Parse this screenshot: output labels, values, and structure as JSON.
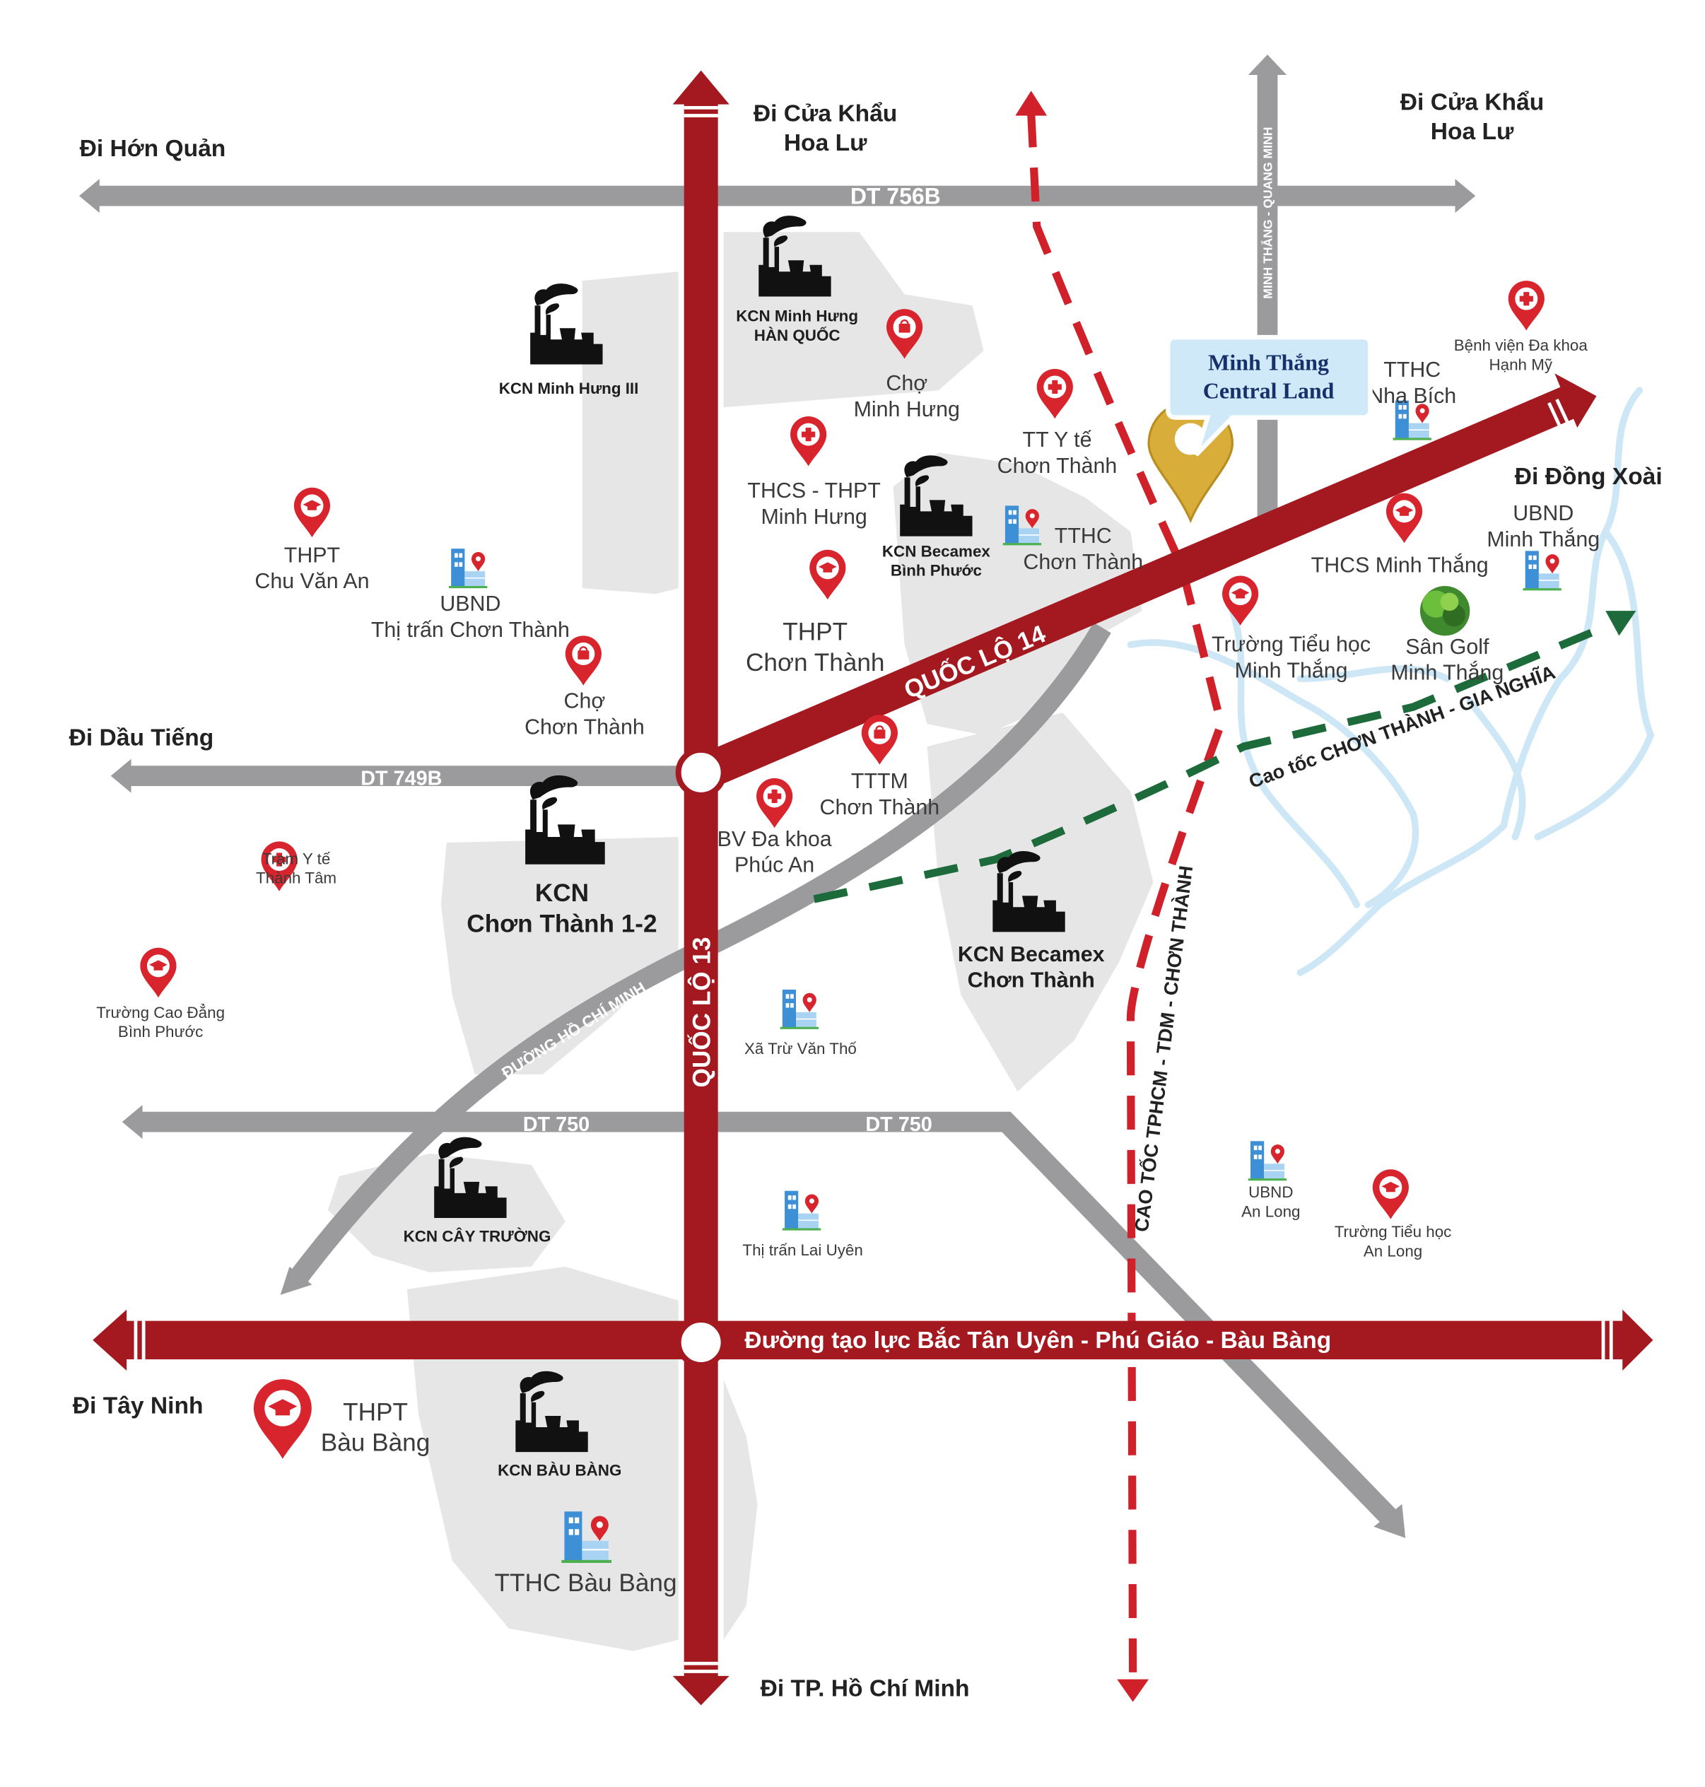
{
  "colors": {
    "main_road": "#a3191f",
    "secondary_road": "#9b9b9d",
    "expressway_tphcm": "#d0202a",
    "expressway_gia_nghia": "#1d6b3a",
    "zone": "#e6e6e7",
    "river": "#cde7f6",
    "pin_red": "#d8242c",
    "building_blue": "#3d8fd6",
    "callout_bg": "#cfe9f8",
    "callout_text": "#16306a"
  },
  "destinations": [
    {
      "id": "hon-quan",
      "lines": [
        "Đi Hớn Quản"
      ]
    },
    {
      "id": "hoa-lu-1",
      "lines": [
        "Đi Cửa Khẩu",
        "Hoa Lư"
      ]
    },
    {
      "id": "hoa-lu-2",
      "lines": [
        "Đi Cửa Khẩu",
        "Hoa Lư"
      ]
    },
    {
      "id": "dau-tieng",
      "lines": [
        "Đi Dầu Tiếng"
      ]
    },
    {
      "id": "dong-xoai",
      "lines": [
        "Đi Đồng Xoài"
      ]
    },
    {
      "id": "tay-ninh",
      "lines": [
        "Đi Tây Ninh"
      ]
    },
    {
      "id": "tp-hcm",
      "lines": [
        "Đi TP. Hồ Chí Minh"
      ]
    }
  ],
  "roads": {
    "dt756b": "DT 756B",
    "dt749b": "DT 749B",
    "dt750_left": "DT 750",
    "dt750_right": "DT 750",
    "ql14": "QUỐC LỘ 14",
    "ql13": "QUỐC LỘ 13",
    "ho_chi_minh": "ĐƯỜNG HỒ CHÍ MINH",
    "minh_thang_quang_minh": "MINH THẮNG - QUANG MINH",
    "cao_toc_tphcm": "CAO TỐC TPHCM - TDM - CHƠN THÀNH",
    "cao_toc_gia_nghia": "Cao tốc CHƠN THÀNH - GIA NGHĨA",
    "tao_luc": "Đường tạo lực Bắc Tân Uyên - Phú Giáo - Bàu Bàng"
  },
  "featured": {
    "lines": [
      "Minh Thắng",
      "Central Land"
    ],
    "icon": "gold-location-pin"
  },
  "places": [
    {
      "id": "kcn-minh-hung-3",
      "icon": "factory",
      "lines": [
        "KCN Minh Hưng III"
      ],
      "style": "small bold"
    },
    {
      "id": "kcn-minh-hung-hq",
      "icon": "factory",
      "lines": [
        "KCN Minh Hưng",
        "HÀN QUỐC"
      ],
      "style": "small bold"
    },
    {
      "id": "kcn-becamex-bp",
      "icon": "factory",
      "lines": [
        "KCN Becamex",
        "Bình Phước"
      ],
      "style": "small bold"
    },
    {
      "id": "kcn-chon-thanh-12",
      "icon": "factory",
      "lines": [
        "KCN",
        "Chơn Thành 1-2"
      ],
      "style": "big bold"
    },
    {
      "id": "kcn-becamex-ct",
      "icon": "factory",
      "lines": [
        "KCN Becamex",
        "Chơn Thành"
      ],
      "style": "bold"
    },
    {
      "id": "kcn-cay-truong",
      "icon": "factory",
      "lines": [
        "KCN CÂY TRƯỜNG"
      ],
      "style": "small bold"
    },
    {
      "id": "kcn-bau-bang",
      "icon": "factory",
      "lines": [
        "KCN BÀU BÀNG"
      ],
      "style": "small bold"
    },
    {
      "id": "cho-minh-hung",
      "icon": "market",
      "lines": [
        "Chợ",
        "Minh Hưng"
      ],
      "style": ""
    },
    {
      "id": "cho-chon-thanh",
      "icon": "market",
      "lines": [
        "Chợ",
        "Chơn Thành"
      ],
      "style": ""
    },
    {
      "id": "tttm-chon-thanh",
      "icon": "market",
      "lines": [
        "TTTM",
        "Chơn Thành"
      ],
      "style": ""
    },
    {
      "id": "thcs-thpt-minh-hung",
      "icon": "medical",
      "lines": [
        "THCS - THPT",
        "Minh Hưng"
      ],
      "style": ""
    },
    {
      "id": "tt-y-te",
      "icon": "medical",
      "lines": [
        "TT Y tế",
        "Chơn Thành"
      ],
      "style": ""
    },
    {
      "id": "bv-hanh-my",
      "icon": "medical",
      "lines": [
        "Bệnh viện Đa khoa",
        "Hạnh Mỹ"
      ],
      "style": "small"
    },
    {
      "id": "bv-phuc-an",
      "icon": "medical",
      "lines": [
        "BV Đa khoa",
        "Phúc An"
      ],
      "style": ""
    },
    {
      "id": "tram-y-te",
      "icon": "medical",
      "lines": [
        "Trạm Y tế",
        "Thành Tâm"
      ],
      "style": "small"
    },
    {
      "id": "thpt-chu-van-an",
      "icon": "school",
      "lines": [
        "THPT",
        "Chu Văn An"
      ],
      "style": ""
    },
    {
      "id": "thpt-chon-thanh",
      "icon": "school",
      "lines": [
        "THPT",
        "Chơn Thành"
      ],
      "style": "big"
    },
    {
      "id": "thcs-minh-thang",
      "icon": "school",
      "lines": [
        "THCS Minh Thắng"
      ],
      "style": ""
    },
    {
      "id": "th-minh-thang",
      "icon": "school",
      "lines": [
        "Trường Tiểu học",
        "Minh Thắng"
      ],
      "style": ""
    },
    {
      "id": "cd-binh-phuoc",
      "icon": "school",
      "lines": [
        "Trường Cao Đẳng",
        "Bình Phước"
      ],
      "style": "small"
    },
    {
      "id": "th-an-long",
      "icon": "school",
      "lines": [
        "Trường Tiểu học",
        "An Long"
      ],
      "style": "small"
    },
    {
      "id": "thpt-bau-bang",
      "icon": "school",
      "lines": [
        "THPT",
        "Bàu Bàng"
      ],
      "style": "big"
    },
    {
      "id": "ubnd-chon-thanh",
      "icon": "building",
      "lines": [
        "UBND",
        "Thị trấn Chơn Thành"
      ],
      "style": ""
    },
    {
      "id": "tthc-chon-thanh",
      "icon": "building",
      "lines": [
        "TTHC",
        "Chơn Thành"
      ],
      "style": ""
    },
    {
      "id": "tthc-nha-bich",
      "icon": "building",
      "lines": [
        "TTHC",
        "Nha Bích"
      ],
      "style": ""
    },
    {
      "id": "ubnd-minh-thang",
      "icon": "building",
      "lines": [
        "UBND",
        "Minh Thắng"
      ],
      "style": ""
    },
    {
      "id": "xa-tru-van-tho",
      "icon": "building",
      "lines": [
        "Xã Trừ Văn Thố"
      ],
      "style": "small"
    },
    {
      "id": "ubnd-an-long",
      "icon": "building",
      "lines": [
        "UBND",
        "An Long"
      ],
      "style": "small"
    },
    {
      "id": "tt-lai-uyen",
      "icon": "building",
      "lines": [
        "Thị trấn Lai Uyên"
      ],
      "style": "small"
    },
    {
      "id": "tthc-bau-bang",
      "icon": "building",
      "lines": [
        "TTHC Bàu Bàng"
      ],
      "style": "big"
    },
    {
      "id": "san-golf",
      "icon": "golf",
      "lines": [
        "Sân Golf",
        "Minh Thắng"
      ],
      "style": ""
    }
  ]
}
